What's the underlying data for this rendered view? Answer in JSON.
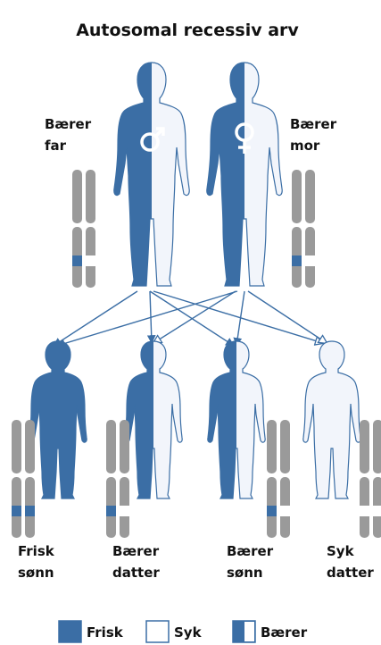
{
  "title": "Autosomal recessiv arv",
  "parents": {
    "father": {
      "line1": "Bærer",
      "line2": "far",
      "sex_symbol": "male-symbol-icon"
    },
    "mother": {
      "line1": "Bærer",
      "line2": "mor",
      "sex_symbol": "female-symbol-icon"
    }
  },
  "children": [
    {
      "line1": "Frisk",
      "line2": "sønn",
      "status": "frisk"
    },
    {
      "line1": "Bærer",
      "line2": "datter",
      "status": "bærer"
    },
    {
      "line1": "Bærer",
      "line2": "sønn",
      "status": "bærer"
    },
    {
      "line1": "Syk",
      "line2": "datter",
      "status": "syk"
    }
  ],
  "legend": [
    {
      "label": "Frisk",
      "swatch": "frisk"
    },
    {
      "label": "Syk",
      "swatch": "syk"
    },
    {
      "label": "Bærer",
      "swatch": "bærer"
    }
  ],
  "colors": {
    "dominant_blue": "#3b6ea5",
    "light_fill": "#f2f5fb",
    "outline": "#3b6ea5",
    "chromosome": "#9a9a9a",
    "arrow": "#3b6ea5",
    "text": "#111111"
  }
}
